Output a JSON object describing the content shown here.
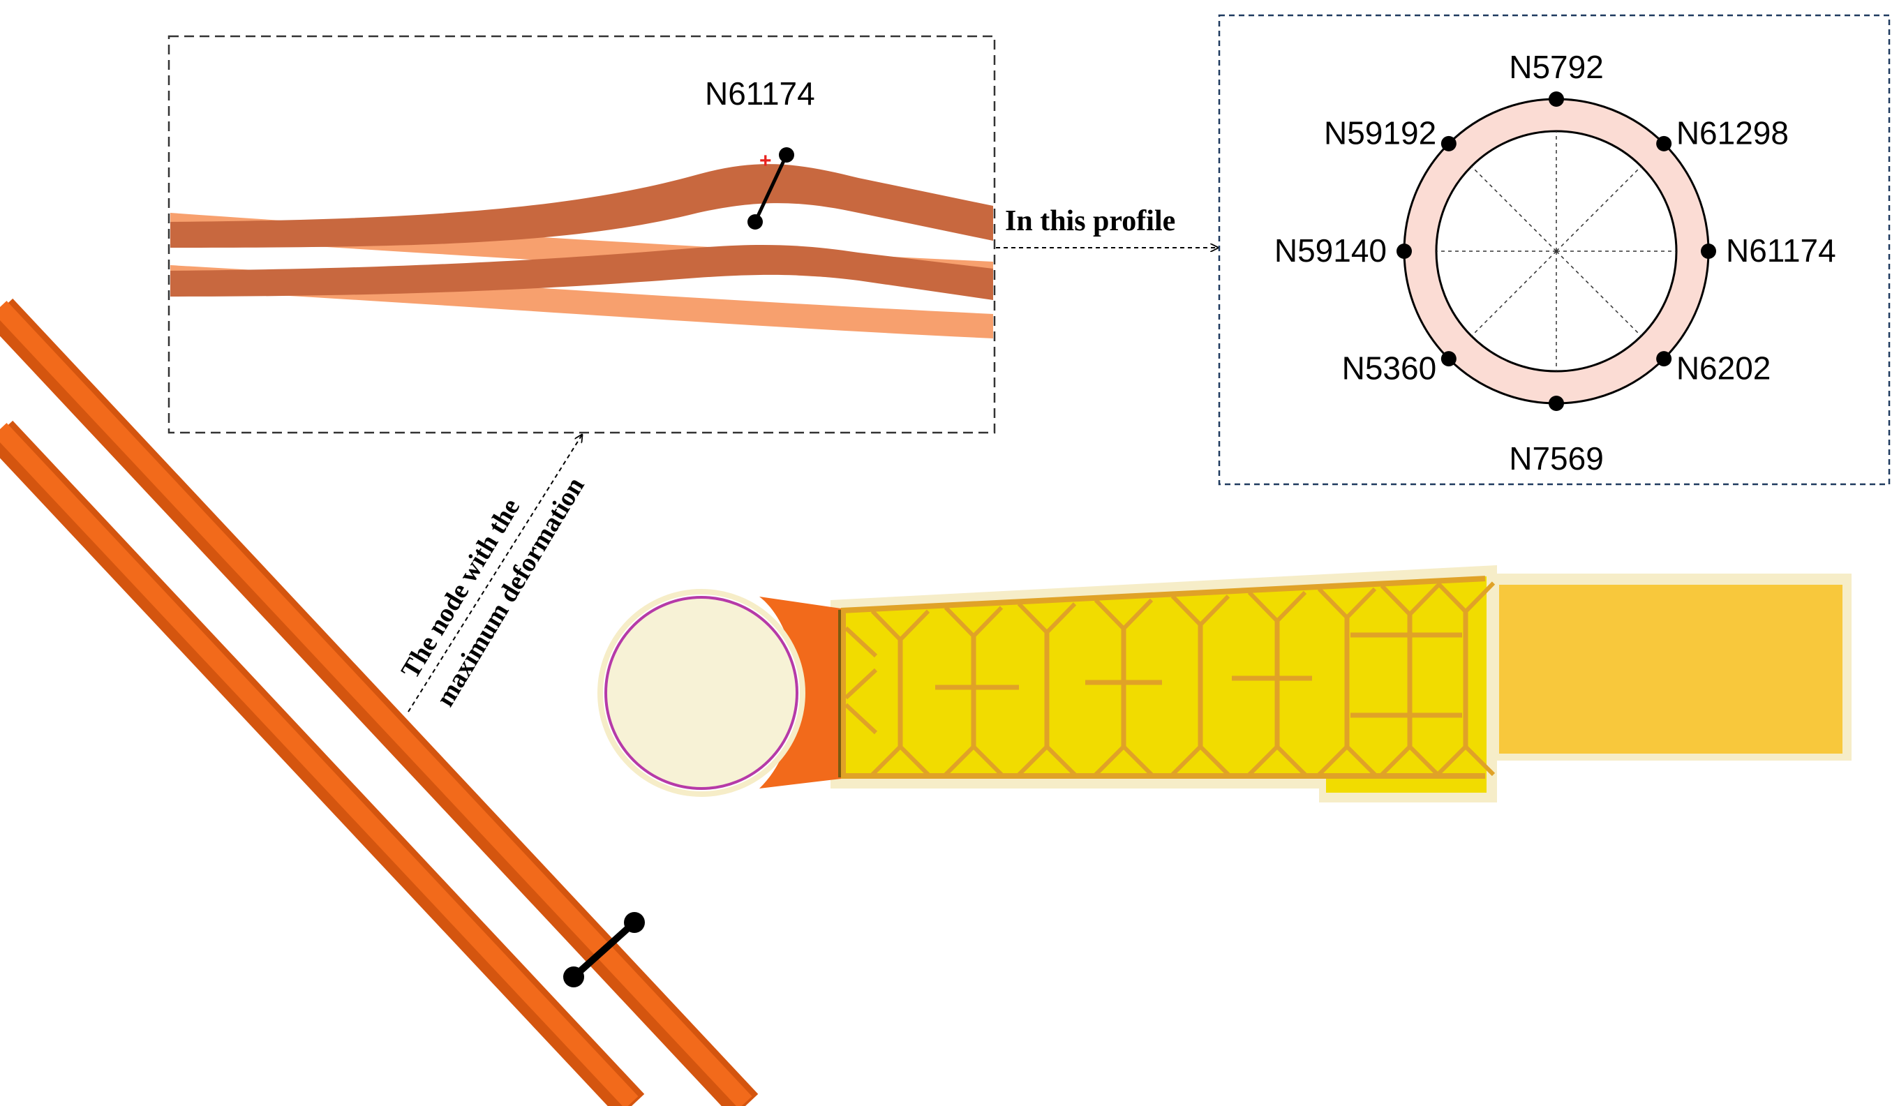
{
  "labels": {
    "inset_node": "N61174",
    "profile_arrow": "In this profile",
    "max_node_line1": "The node with the",
    "max_node_line2": "maximum deformation"
  },
  "profile_nodes": [
    {
      "id": "N5792",
      "angle_deg": 90
    },
    {
      "id": "N61298",
      "angle_deg": 45
    },
    {
      "id": "N61174",
      "angle_deg": 0
    },
    {
      "id": "N6202",
      "angle_deg": -45
    },
    {
      "id": "N7569",
      "angle_deg": -90
    },
    {
      "id": "N5360",
      "angle_deg": -135
    },
    {
      "id": "N59140",
      "angle_deg": 180
    },
    {
      "id": "N59192",
      "angle_deg": 135
    }
  ],
  "colors": {
    "pipe_orange": "#f26a1b",
    "pipe_orange_dark": "#d4550f",
    "deformed_pipe": "#c8683f",
    "original_pipe": "#f7a06e",
    "ring_fill": "#fbdcd4",
    "box_border_dark": "#1f3a5f",
    "node_dot": "#000000",
    "marker_red": "#e8231f",
    "retaining_yellow": "#f1dc00",
    "retaining_brace": "#e0a227",
    "retaining_border": "#f6edc8",
    "slab_yellow": "#f8c83c",
    "shaft_fill": "#f7f2d6",
    "shaft_ring": "#b63aa8",
    "connector_orange": "#f26a1b"
  }
}
